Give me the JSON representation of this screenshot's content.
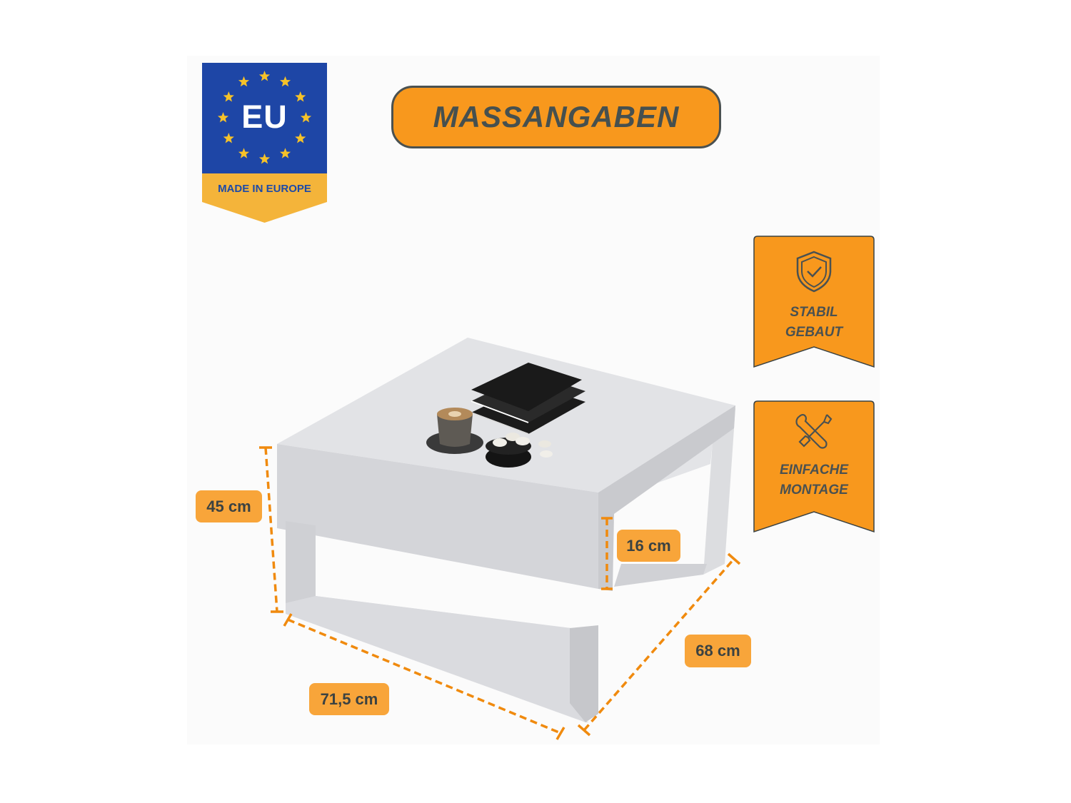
{
  "badge": {
    "eu_label": "EU",
    "made_label": "MADE IN EUROPE",
    "colors": {
      "blue": "#1e46a6",
      "star": "#f6c229",
      "ribbon": "#f4b43a"
    }
  },
  "title": "MASSANGABEN",
  "features": [
    {
      "icon": "shield-check-icon",
      "line1": "STABIL",
      "line2": "GEBAUT"
    },
    {
      "icon": "wrench-screwdriver-icon",
      "line1": "EINFACHE",
      "line2": "MONTAGE"
    }
  ],
  "dimensions": {
    "height": "45 cm",
    "width": "71,5 cm",
    "depth": "68 cm",
    "shelf": "16 cm"
  },
  "colors": {
    "accent": "#f8981d",
    "label_bg": "#f8a53a",
    "text_dark": "#46504f",
    "table": "#d9dadd"
  }
}
